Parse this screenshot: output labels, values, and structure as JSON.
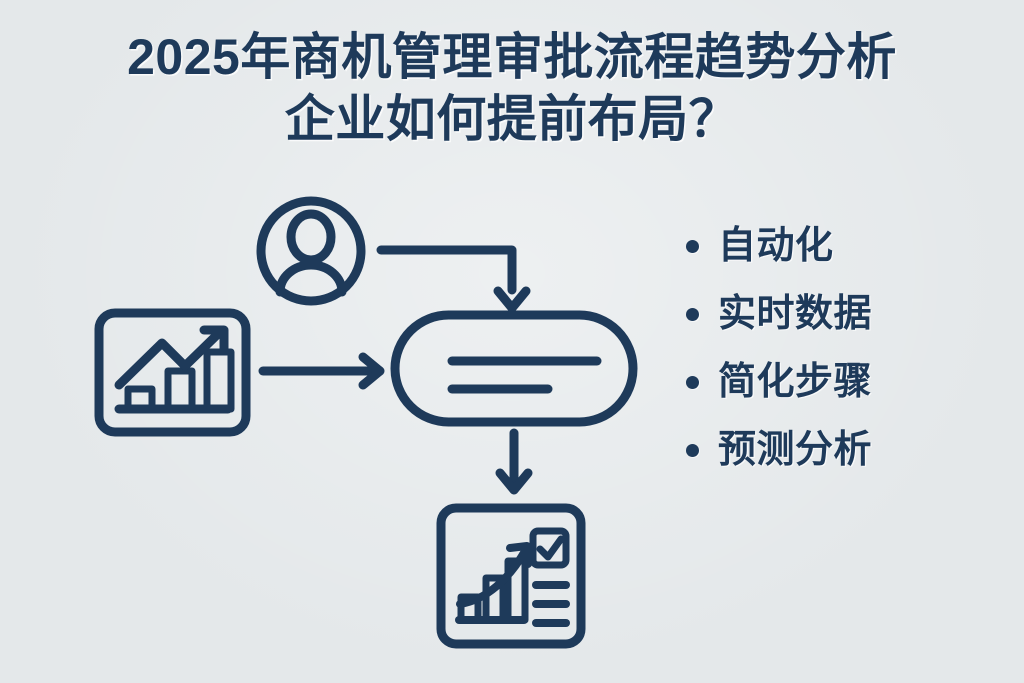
{
  "page": {
    "background_color": "#e4e8ea",
    "ink_color": "#1e3a5a"
  },
  "title": {
    "line1": "2025年商机管理审批流程趋势分析",
    "line2": "企业如何提前布局？"
  },
  "bullets": {
    "items": [
      {
        "label": "自动化",
        "marker": "bullet-dot"
      },
      {
        "label": "实时数据",
        "marker": "bullet-dot"
      },
      {
        "label": "简化步骤",
        "marker": "bullet-dot"
      },
      {
        "label": "预测分析",
        "marker": "bullet-dot"
      }
    ]
  },
  "diagram": {
    "nodes": [
      {
        "id": "user",
        "icon": "user-avatar-icon",
        "shape": "circle"
      },
      {
        "id": "analytics",
        "icon": "bar-chart-trend-icon",
        "shape": "rounded-square"
      },
      {
        "id": "process",
        "icon": "document-lines-icon",
        "shape": "pill"
      },
      {
        "id": "report",
        "icon": "report-checklist-chart-icon",
        "shape": "rounded-square"
      }
    ],
    "connectors": [
      {
        "id": "user-to-process",
        "from": "user",
        "to": "process",
        "style": "elbow-right-down-arrow"
      },
      {
        "id": "analytics-to-process",
        "from": "analytics",
        "to": "process",
        "style": "straight-right-arrow"
      },
      {
        "id": "process-to-report",
        "from": "process",
        "to": "report",
        "style": "straight-down-arrow"
      }
    ]
  }
}
